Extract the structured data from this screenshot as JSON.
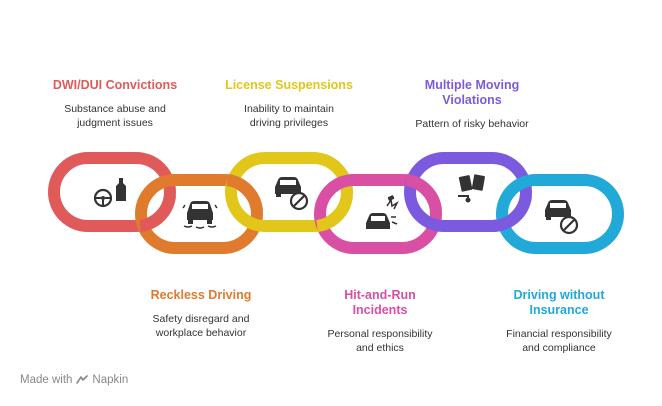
{
  "items": [
    {
      "title": "DWI/DUI Convictions",
      "desc": "Substance abuse and\njudgment issues",
      "color": "#e15a5a",
      "icon": "steering-wheel-bottle-icon"
    },
    {
      "title": "Reckless Driving",
      "desc": "Safety disregard and\nworkplace behavior",
      "color": "#e07b2e",
      "icon": "skidding-car-icon"
    },
    {
      "title": "License Suspensions",
      "desc": "Inability to maintain\ndriving privileges",
      "color": "#e2c61a",
      "icon": "car-prohibited-icon"
    },
    {
      "title": "Hit-and-Run\nIncidents",
      "desc": "Personal responsibility\nand ethics",
      "color": "#d94fa3",
      "icon": "car-crash-icon"
    },
    {
      "title": "Multiple Moving\nViolations",
      "desc": "Pattern of risky behavior",
      "color": "#7c5ae0",
      "icon": "tickets-icon"
    },
    {
      "title": "Driving without\nInsurance",
      "desc": "Financial responsibility\nand compliance",
      "color": "#21a9d8",
      "icon": "car-no-insurance-icon"
    }
  ],
  "watermark": {
    "made_with": "Made with",
    "brand": "Napkin"
  }
}
